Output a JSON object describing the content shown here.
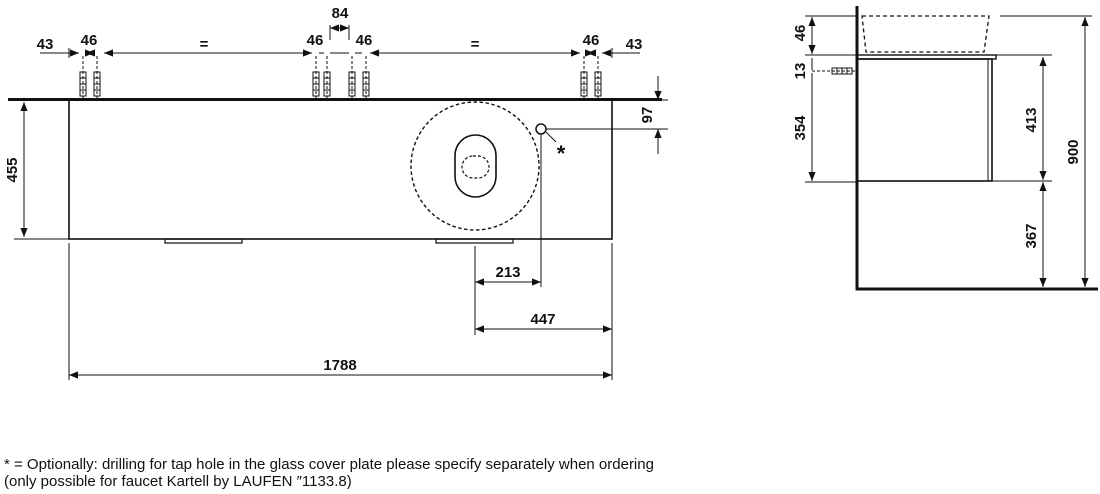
{
  "front_view": {
    "top_dims": {
      "left_edge": "43",
      "left_pair": "46",
      "left_equal": "=",
      "center_pair_left": "46",
      "center_total": "84",
      "center_pair_right": "46",
      "right_equal": "=",
      "right_pair": "46",
      "right_edge": "43"
    },
    "tap_offset": "97",
    "tap_marker": "*",
    "height": "455",
    "hole_offset": "213",
    "basin_offset": "447",
    "width": "1788"
  },
  "side_view": {
    "top_clear": "46",
    "plate": "13",
    "tap_height": "354",
    "drawer_height": "413",
    "floor_clearance": "367",
    "total_height": "900"
  },
  "footnote": {
    "line1": "* = Optionally: drilling for tap hole in the glass cover plate please specify separately when ordering",
    "line2": "(only possible for faucet Kartell by LAUFEN ″1133.8)"
  }
}
